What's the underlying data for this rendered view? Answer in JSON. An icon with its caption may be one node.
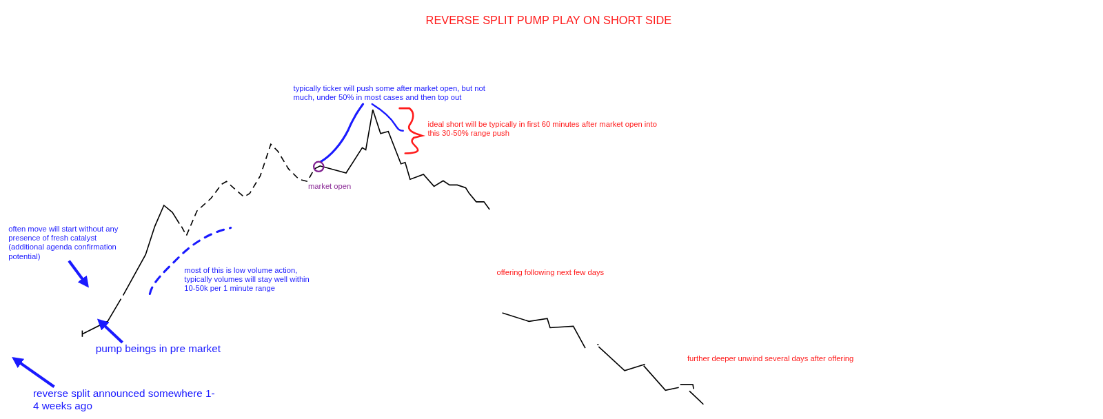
{
  "diagram": {
    "title": "REVERSE SPLIT PUMP PLAY ON SHORT SIDE",
    "nodes": [
      {
        "text": [
          "often move will start without any presence of fresh catalyst (additional agenda confirmation potential)"
        ]
      },
      {
        "text": [
          "pump beings in pre market"
        ]
      },
      {
        "text": [
          "reverse split announced somewhere 1-4 weeks ago"
        ]
      },
      {
        "text": [],
        "shape": "circle",
        "beside": [
          "market open"
        ]
      }
    ],
    "edges": [
      {
        "from": 0,
        "to": null,
        "arrow": "to"
      },
      {
        "from": 1,
        "to": null,
        "arrow": "to"
      },
      {
        "from": 2,
        "to": null,
        "arrow": "to"
      }
    ],
    "labels": [
      "typically ticker will push some after market open, but not much, under 50% in most cases and then top out",
      "ideal short will be typically in first 60 minutes after market open into this 30-50% range push",
      "most of this is low volume action, typically volumes will stay well within 10-50k per 1 minute range",
      "offering following next few days",
      "further deeper unwind several days after offering"
    ]
  }
}
